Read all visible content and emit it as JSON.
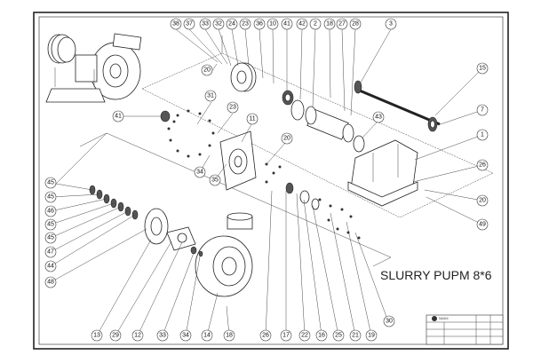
{
  "drawing_title": "SLURRY PUPM 8*6",
  "title_block": {
    "company": "SAIANI",
    "fields": [
      "",
      "",
      "",
      "",
      "",
      ""
    ]
  },
  "top_callouts": [
    "38",
    "37",
    "33",
    "32",
    "24",
    "23",
    "36",
    "10",
    "41",
    "42",
    "2",
    "18",
    "27",
    "28",
    "3"
  ],
  "right_callouts": [
    "15",
    "7",
    "1",
    "26",
    "20",
    "49"
  ],
  "left_callouts": [
    "45",
    "45",
    "46",
    "45",
    "45",
    "47",
    "44",
    "48"
  ],
  "bottom_callouts": [
    "13",
    "29",
    "12",
    "33",
    "34",
    "14",
    "18",
    "26",
    "17",
    "22",
    "16",
    "25",
    "21",
    "19",
    "30"
  ],
  "inner_callouts": [
    "20",
    "31",
    "23",
    "11",
    "41",
    "20",
    "43",
    "34",
    "35"
  ]
}
